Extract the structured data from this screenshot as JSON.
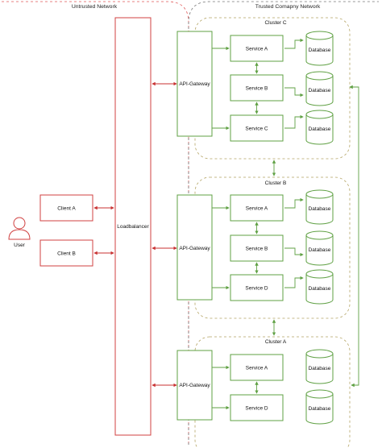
{
  "zones": {
    "untrusted_label": "Untrusted Network",
    "trusted_label": "Trusted Comapny Network"
  },
  "user": {
    "label": "User"
  },
  "clients": {
    "a": "Client A",
    "b": "Client B"
  },
  "loadbalancer": {
    "label": "Loadbalancer"
  },
  "gateways": {
    "c": "API-Gateway",
    "b": "API-Gateway",
    "a": "API-Gateway"
  },
  "cluster_c": {
    "title": "Cluster C",
    "services": [
      "Service A",
      "Service B",
      "Service C"
    ],
    "databases": [
      "Database",
      "Database",
      "Database"
    ]
  },
  "cluster_b": {
    "title": "Cluster B",
    "services": [
      "Service A",
      "Service B",
      "Service D"
    ],
    "databases": [
      "Database",
      "Database",
      "Database"
    ]
  },
  "cluster_a": {
    "title": "Cluster A",
    "services": [
      "Service A",
      "Service D"
    ],
    "databases": [
      "Database",
      "Database"
    ]
  },
  "colors": {
    "red": "#d64545",
    "green": "#6aab4f",
    "gray": "#555555"
  }
}
